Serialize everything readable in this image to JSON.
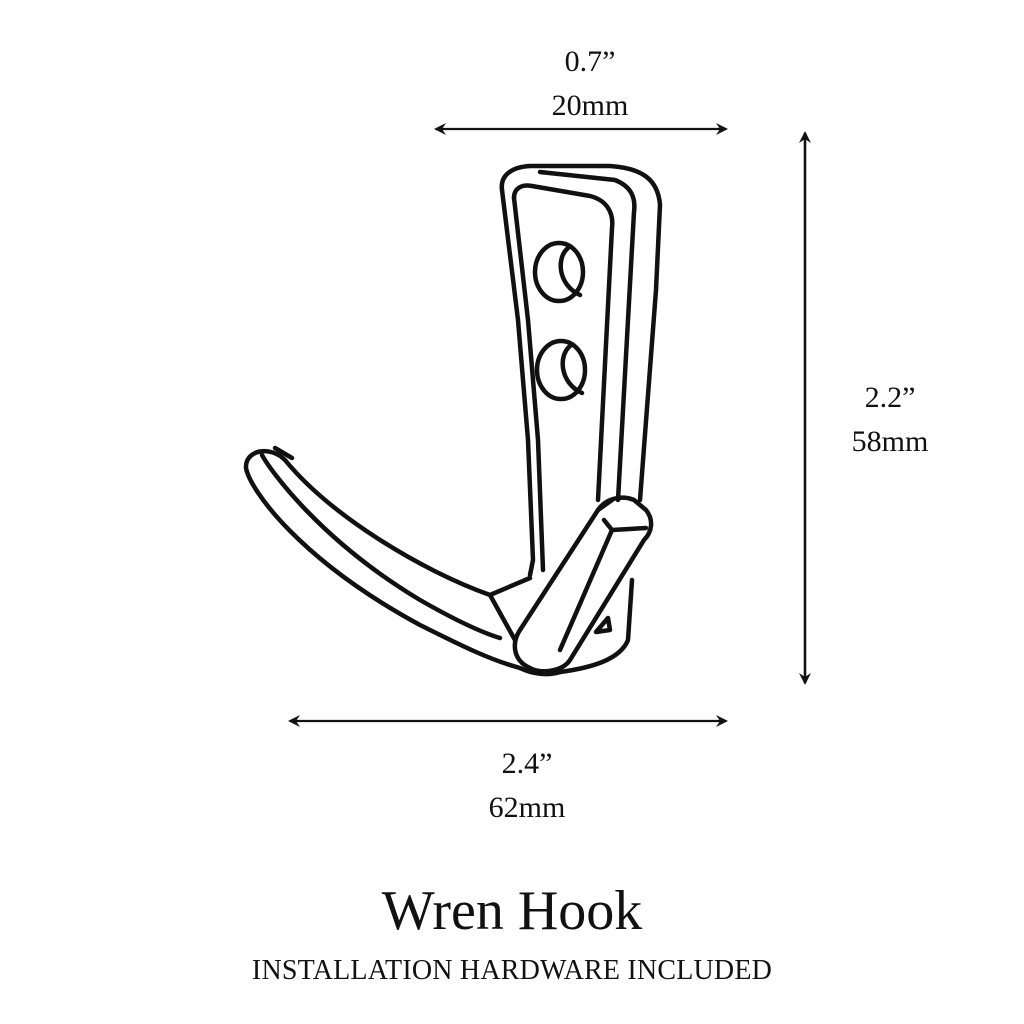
{
  "product": {
    "name": "Wren Hook",
    "subtitle": "INSTALLATION HARDWARE INCLUDED"
  },
  "dimensions": {
    "width_top": {
      "imperial": "0.7”",
      "metric": "20mm"
    },
    "height": {
      "imperial": "2.2”",
      "metric": "58mm"
    },
    "depth_bottom": {
      "imperial": "2.4”",
      "metric": "62mm"
    }
  },
  "illustration": {
    "subject": "double-arm wall hook line drawing",
    "mounting_holes": 2,
    "stroke_color": "#111111",
    "background_color": "#ffffff"
  }
}
